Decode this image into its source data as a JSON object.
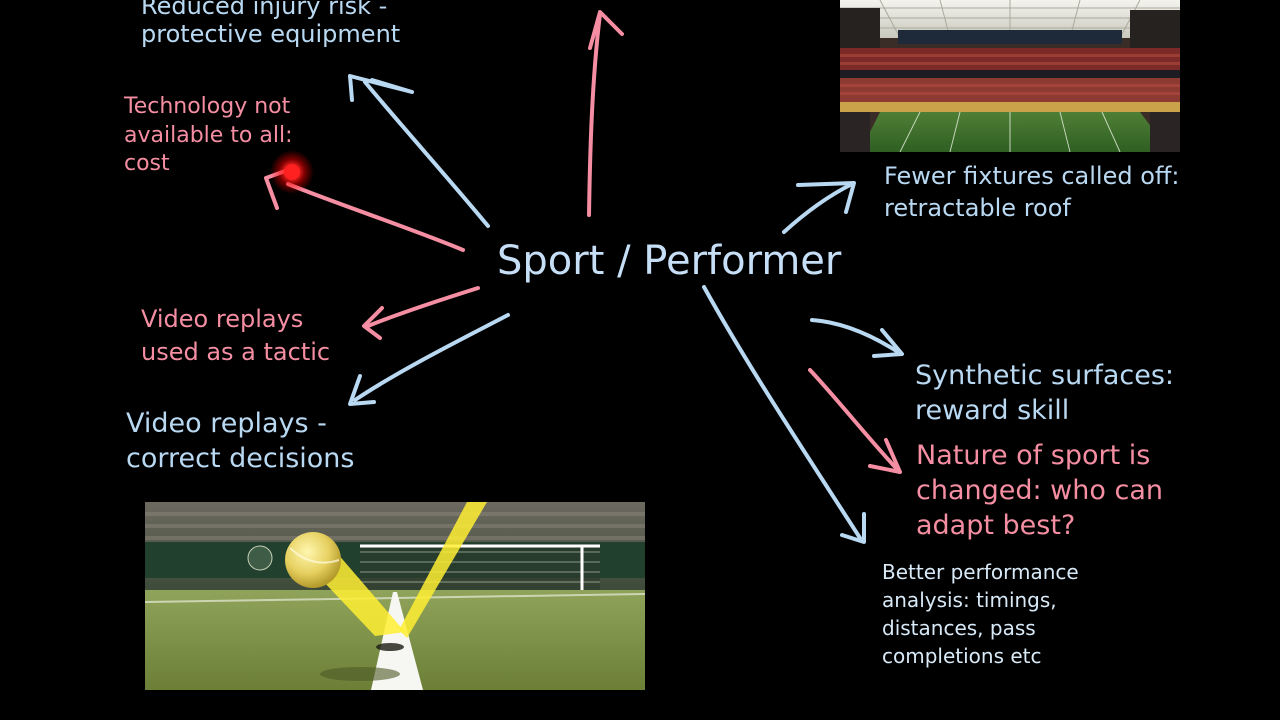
{
  "center_label": "Sport / Performer",
  "nodes": {
    "injury_risk": {
      "lines": [
        "Reduced injury risk -",
        "protective equipment"
      ],
      "color": "blue"
    },
    "cost": {
      "lines": [
        "Technology not",
        "available to all:",
        "cost"
      ],
      "color": "pink"
    },
    "fixtures": {
      "lines": [
        "Fewer fixtures called off:",
        "retractable roof"
      ],
      "color": "blue"
    },
    "replays_tactic": {
      "lines": [
        "Video replays",
        "used as a tactic"
      ],
      "color": "pink"
    },
    "replays_correct": {
      "lines": [
        "Video replays -",
        "correct decisions"
      ],
      "color": "blue"
    },
    "synthetic": {
      "lines": [
        "Synthetic surfaces:",
        "reward skill"
      ],
      "color": "blue"
    },
    "nature": {
      "lines": [
        "Nature of sport is",
        "changed: who can",
        "adapt best?"
      ],
      "color": "pink"
    },
    "analysis": {
      "lines": [
        "Better performance",
        "analysis: timings,",
        "distances, pass",
        "completions etc"
      ],
      "color": "blue"
    }
  },
  "colors": {
    "blue": "#b9d9f3",
    "pink": "#f58ea2",
    "pointer": "#ff2a2a",
    "background": "#000000"
  },
  "images": [
    {
      "name": "stadium-photo",
      "depicts": "covered stadium with retractable roof"
    },
    {
      "name": "hawk-eye-image",
      "depicts": "tennis ball line-call replay graphic"
    }
  ]
}
